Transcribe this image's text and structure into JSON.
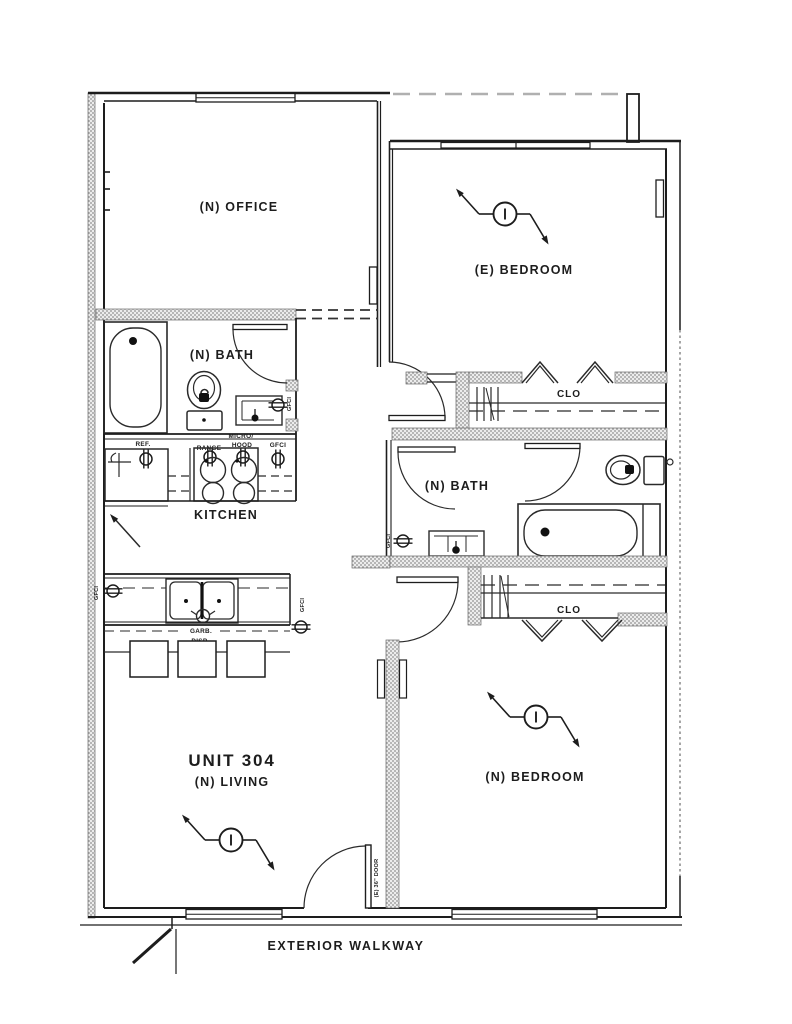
{
  "plan": {
    "unit_title": "UNIT 304",
    "rooms": {
      "office": "(N) OFFICE",
      "bedroom_e": "(E) BEDROOM",
      "bedroom_n": "(N) BEDROOM",
      "living": "(N) LIVING",
      "bath_upper": "(N) BATH",
      "bath_lower": "(N) BATH",
      "kitchen": "KITCHEN",
      "closet_upper": "CLO",
      "closet_lower": "CLO"
    },
    "labels": {
      "exterior_walkway": "EXTERIOR WALKWAY",
      "ref": "REF.",
      "range": "RANGE",
      "micro_line1": "MICRO/",
      "micro_line2": "HOOD",
      "gfci": "GFCI",
      "garb_line1": "GARB.",
      "garb_line2": "DISP.",
      "entry_door": "(E) 36\" DOOR"
    },
    "colors": {
      "wall": "#1d1d1d",
      "new_wall_hatch": "#8f8f8f",
      "roof_dashed": "#b0b0b0"
    }
  }
}
